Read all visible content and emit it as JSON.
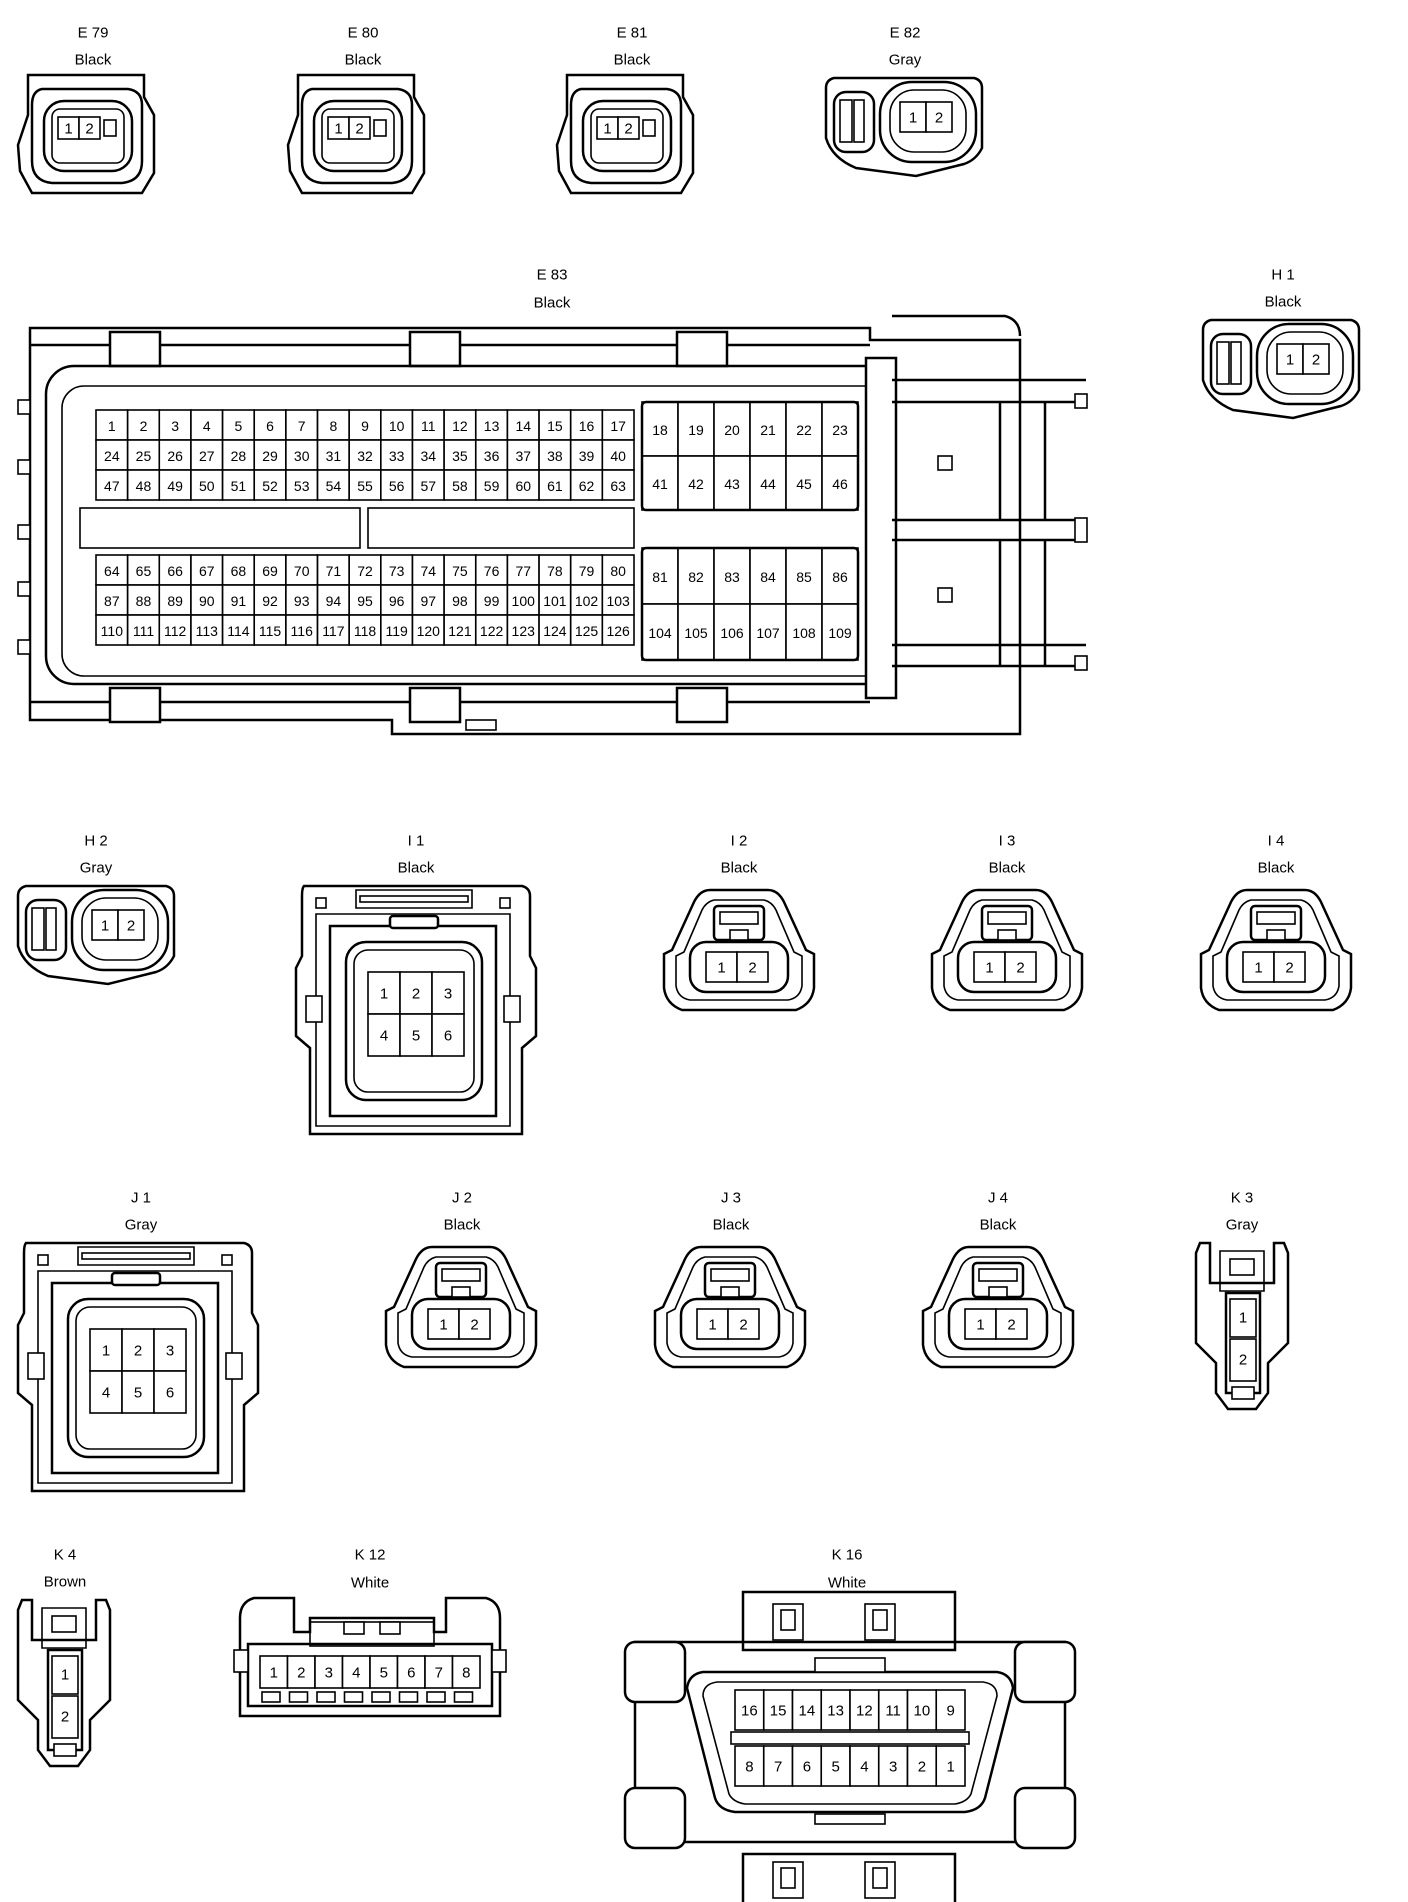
{
  "connectors": [
    {
      "id": "E 79",
      "color": "Black",
      "pins": [
        "1",
        "2"
      ]
    },
    {
      "id": "E 80",
      "color": "Black",
      "pins": [
        "1",
        "2"
      ]
    },
    {
      "id": "E 81",
      "color": "Black",
      "pins": [
        "1",
        "2"
      ]
    },
    {
      "id": "E 82",
      "color": "Gray",
      "pins": [
        "1",
        "2"
      ]
    },
    {
      "id": "E 83",
      "color": "Black",
      "pin_count": 126
    },
    {
      "id": "H 1",
      "color": "Black",
      "pins": [
        "1",
        "2"
      ]
    },
    {
      "id": "H 2",
      "color": "Gray",
      "pins": [
        "1",
        "2"
      ]
    },
    {
      "id": "I 1",
      "color": "Black",
      "pins": [
        "1",
        "2",
        "3",
        "4",
        "5",
        "6"
      ]
    },
    {
      "id": "I 2",
      "color": "Black",
      "pins": [
        "1",
        "2"
      ]
    },
    {
      "id": "I 3",
      "color": "Black",
      "pins": [
        "1",
        "2"
      ]
    },
    {
      "id": "I 4",
      "color": "Black",
      "pins": [
        "1",
        "2"
      ]
    },
    {
      "id": "J 1",
      "color": "Gray",
      "pins": [
        "1",
        "2",
        "3",
        "4",
        "5",
        "6"
      ]
    },
    {
      "id": "J 2",
      "color": "Black",
      "pins": [
        "1",
        "2"
      ]
    },
    {
      "id": "J 3",
      "color": "Black",
      "pins": [
        "1",
        "2"
      ]
    },
    {
      "id": "J 4",
      "color": "Black",
      "pins": [
        "1",
        "2"
      ]
    },
    {
      "id": "K 3",
      "color": "Gray",
      "pins": [
        "1",
        "2"
      ]
    },
    {
      "id": "K 4",
      "color": "Brown",
      "pins": [
        "1",
        "2"
      ]
    },
    {
      "id": "K 12",
      "color": "White",
      "pins": [
        "1",
        "2",
        "3",
        "4",
        "5",
        "6",
        "7",
        "8"
      ]
    },
    {
      "id": "K 16",
      "color": "White",
      "pins": [
        "16",
        "15",
        "14",
        "13",
        "12",
        "11",
        "10",
        "9",
        "8",
        "7",
        "6",
        "5",
        "4",
        "3",
        "2",
        "1"
      ]
    }
  ]
}
